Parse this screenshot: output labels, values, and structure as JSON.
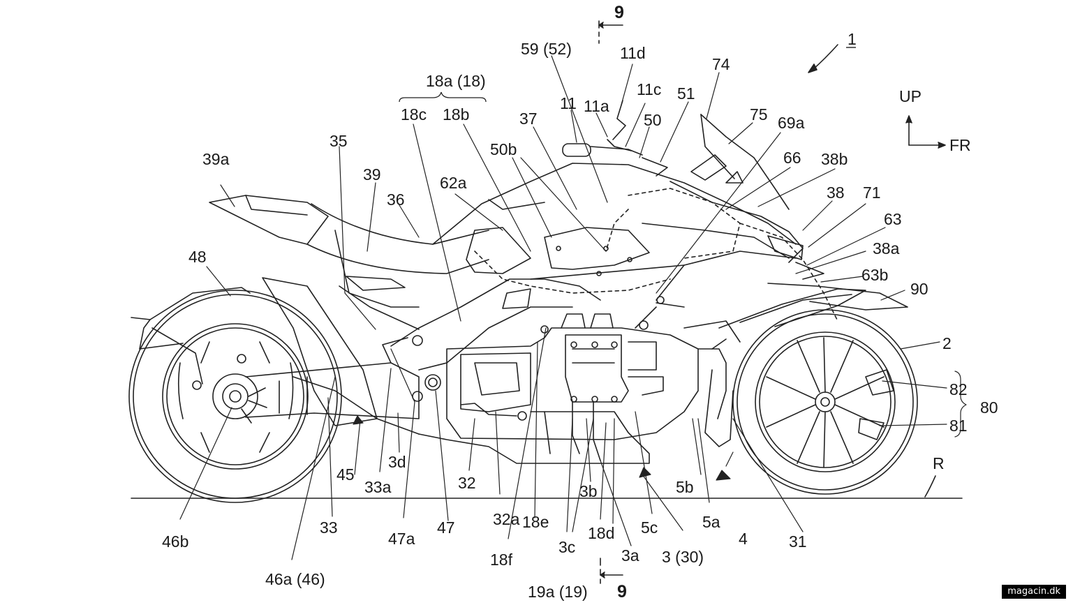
{
  "figure_number": "1",
  "section_marker": "9",
  "directions": {
    "up": "UP",
    "forward": "FR"
  },
  "road_label": "R",
  "labels": [
    "59 (52)",
    "11d",
    "11",
    "11c",
    "11a",
    "51",
    "50",
    "74",
    "75",
    "69a",
    "66",
    "38b",
    "18a (18)",
    "18c",
    "18b",
    "37",
    "50b",
    "35",
    "39a",
    "39",
    "36",
    "62a",
    "38",
    "71",
    "63",
    "38a",
    "63b",
    "90",
    "48",
    "2",
    "82",
    "81",
    "80",
    "5b",
    "5a",
    "4",
    "31",
    "32",
    "45",
    "33a",
    "3d",
    "3b",
    "32a",
    "18e",
    "18d",
    "5c",
    "46b",
    "33",
    "47a",
    "47",
    "18f",
    "3c",
    "3a",
    "3 (30)",
    "46a (46)",
    "19a (19)"
  ],
  "watermark": "magacin.dk"
}
